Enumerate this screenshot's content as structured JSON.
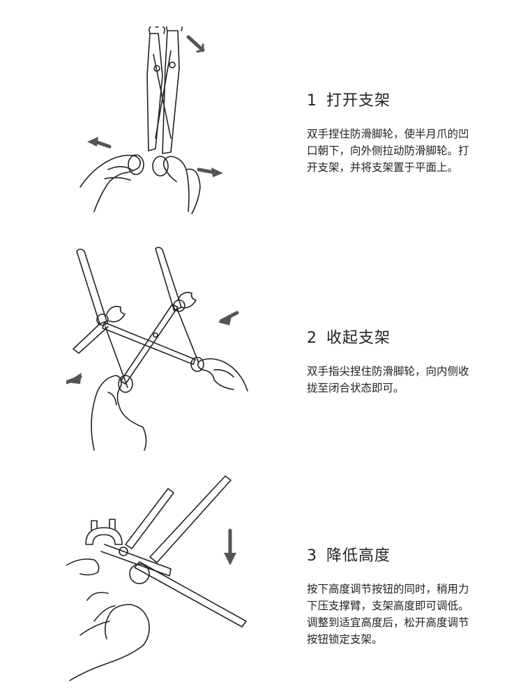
{
  "steps": [
    {
      "number": "1",
      "title": "打开支架",
      "description": "双手捏住防滑脚轮，使半月爪的凹口朝下，向外侧拉动防滑脚轮。打开支架，并将支架置于平面上。"
    },
    {
      "number": "2",
      "title": "收起支架",
      "description": "双手指尖捏住防滑脚轮，向内侧收拢至闭合状态即可。"
    },
    {
      "number": "3",
      "title": "降低高度",
      "description": "按下高度调节按钮的同时，稍用力下压支撑臂，支架高度即可调低。调整到适宜高度后，松开高度调节按钮锁定支架。"
    }
  ],
  "colors": {
    "line": "#222222",
    "arrow": "#555555",
    "text": "#222222"
  }
}
